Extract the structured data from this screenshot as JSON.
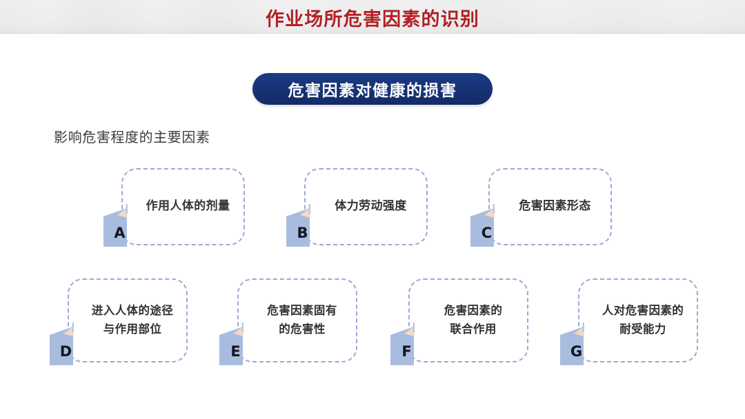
{
  "slide": {
    "title": "作业场所危害因素的识别",
    "banner_text": "危害因素对健康的损害",
    "subtitle": "影响危害程度的主要因素",
    "colors": {
      "title": "#b01f24",
      "banner_bg": "#17357a",
      "banner_text": "#ffffff",
      "dash_border": "#9aaad4",
      "badge_fill": "#a8bce0",
      "badge_fold": "#f2d9cb",
      "body_text": "#333333",
      "background": "#ffffff",
      "top_band": "#f1f1f1"
    }
  },
  "rows": [
    {
      "cards": [
        {
          "letter": "A",
          "lines": [
            "作用人体的剂量"
          ]
        },
        {
          "letter": "B",
          "lines": [
            "体力劳动强度"
          ]
        },
        {
          "letter": "C",
          "lines": [
            "危害因素形态"
          ]
        }
      ]
    },
    {
      "cards": [
        {
          "letter": "D",
          "lines": [
            "进入人体的途径",
            "与作用部位"
          ]
        },
        {
          "letter": "E",
          "lines": [
            "危害因素固有",
            "的危害性"
          ]
        },
        {
          "letter": "F",
          "lines": [
            "危害因素的",
            "联合作用"
          ]
        },
        {
          "letter": "G",
          "lines": [
            "人对危害因素的",
            "耐受能力"
          ]
        }
      ]
    }
  ]
}
